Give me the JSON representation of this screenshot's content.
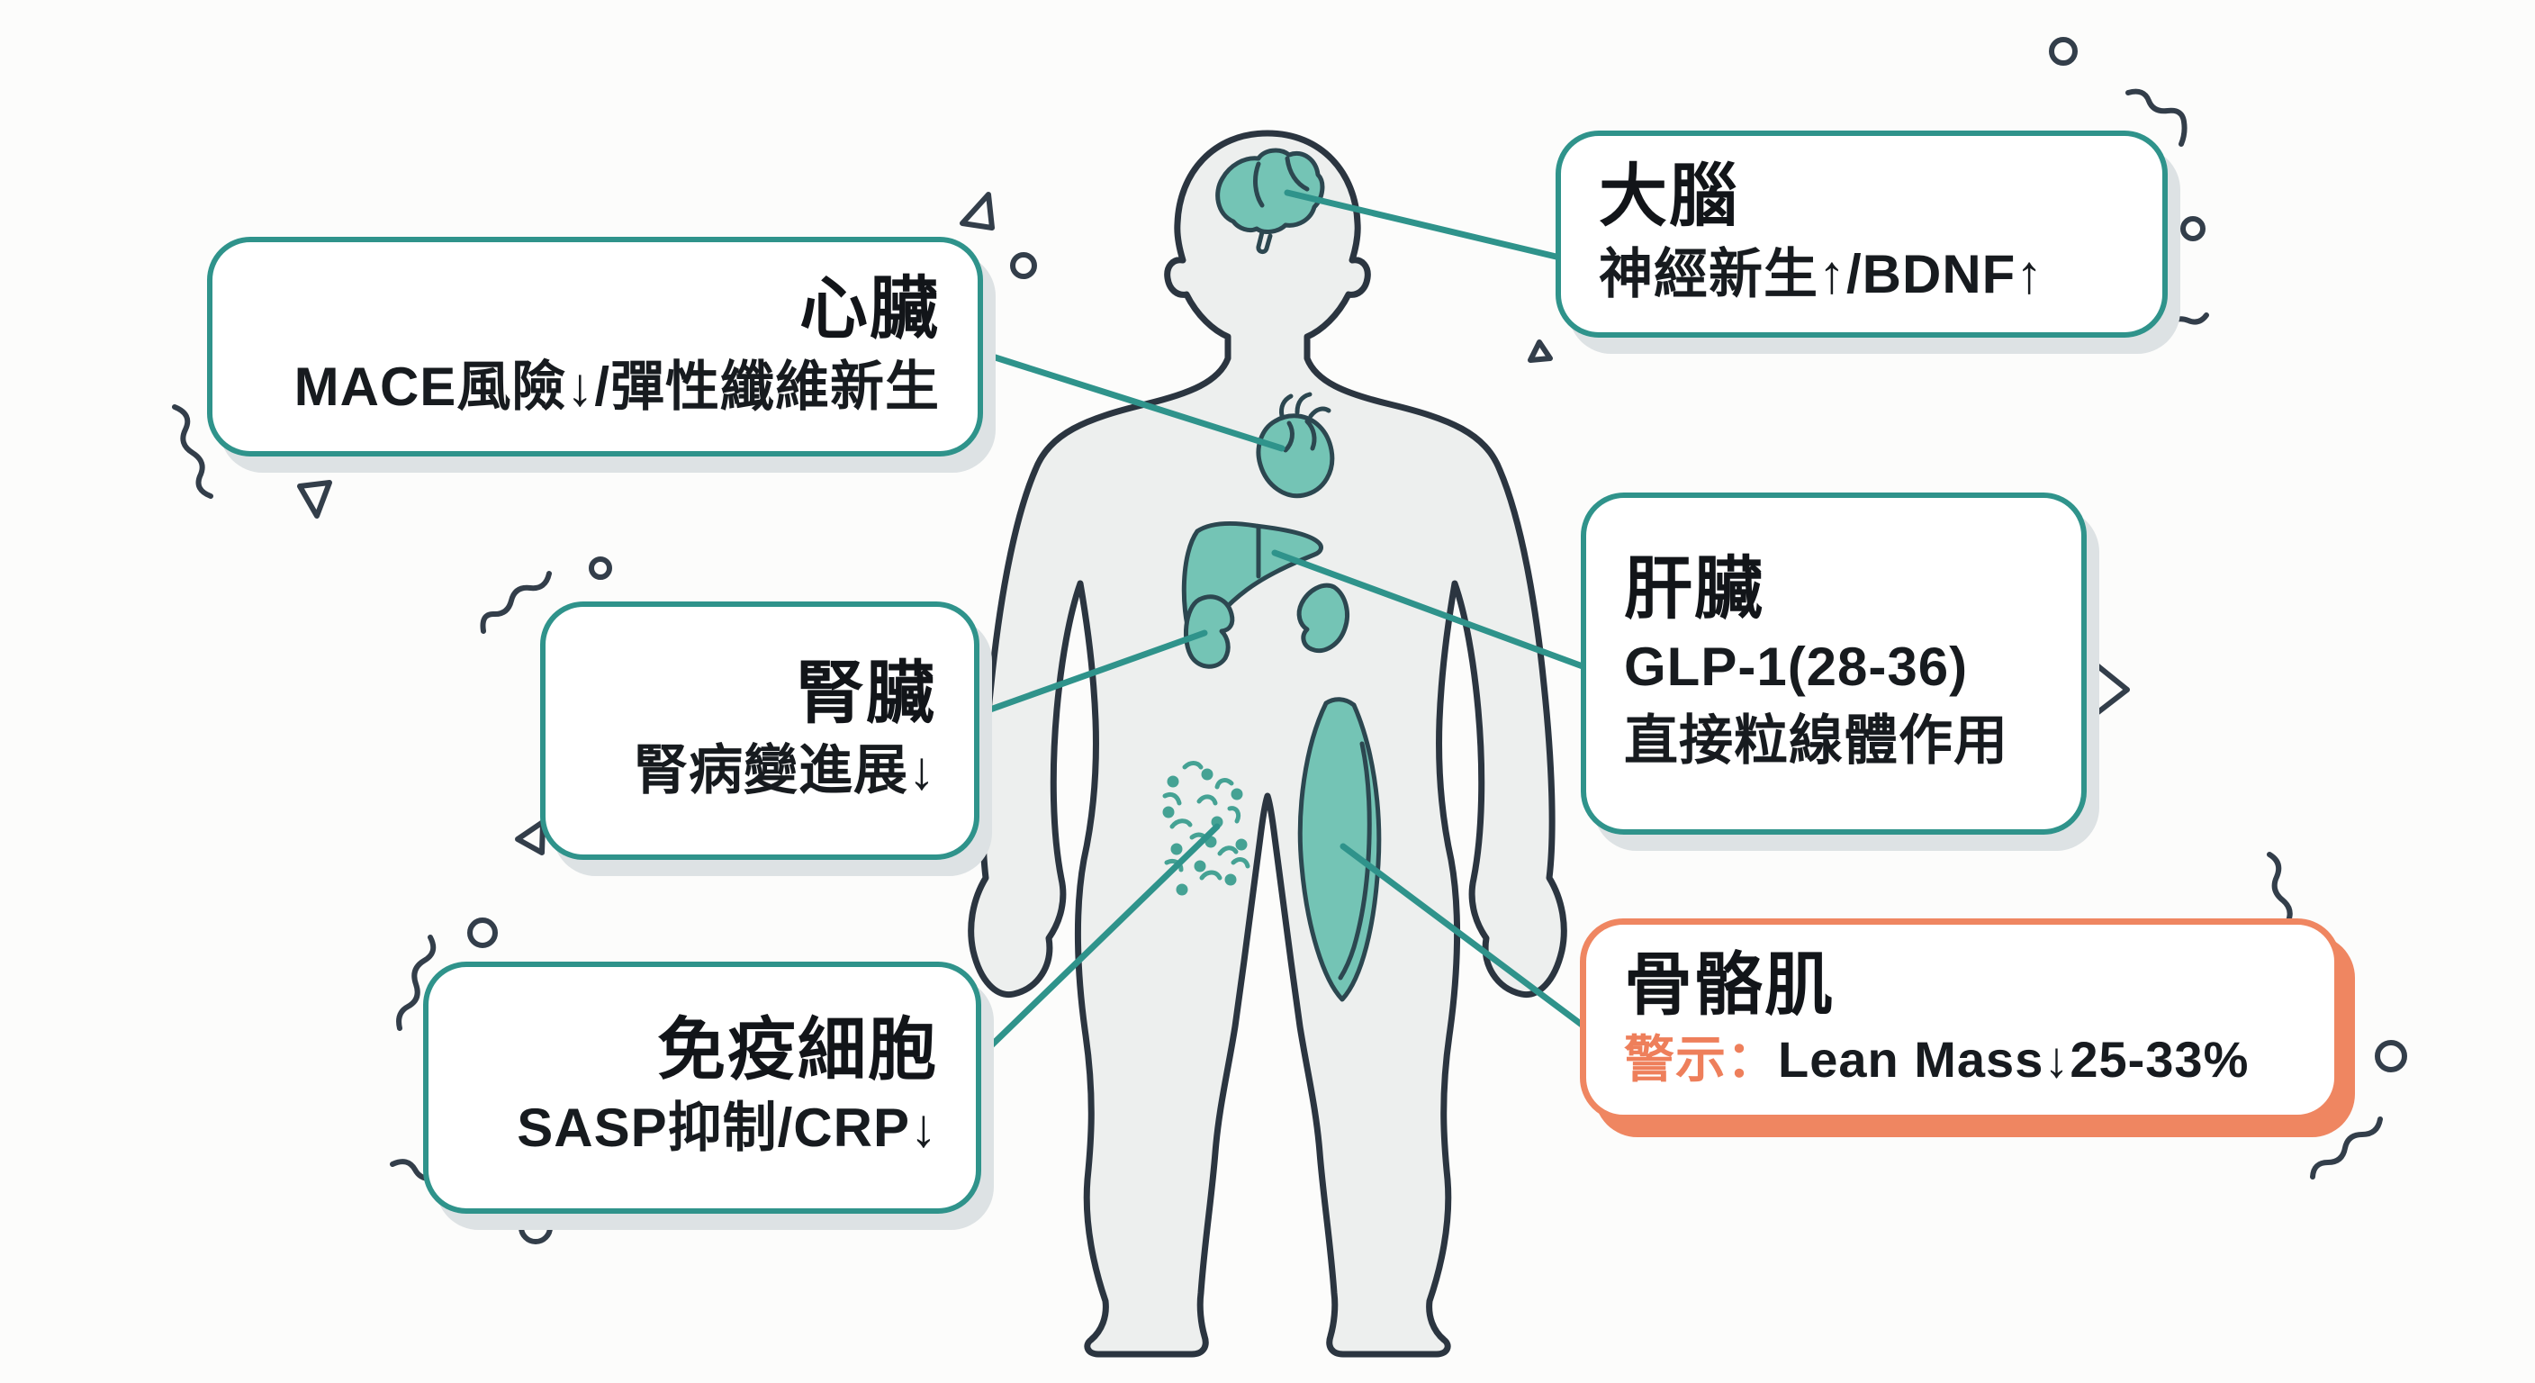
{
  "meta": {
    "type": "medical-infographic",
    "language": "zh-TW",
    "subject": "organ-effects-diagram"
  },
  "colors": {
    "accent_teal": "#2F938B",
    "organ_fill": "#74C4B5",
    "immune_cell_teal": "#45A294",
    "outline_dark": "#333E4A",
    "body_fill": "#EDEFEE",
    "warning_orange": "#EF8661",
    "warning_text": "#EE7F5B",
    "box_shadow_gray": "#DDE2E4",
    "background": "#FCFCFB",
    "text": "#15191D"
  },
  "figure": {
    "name": "human-body",
    "organs": [
      "brain",
      "heart",
      "liver",
      "kidney-left",
      "kidney-right",
      "immune-cells",
      "thigh-muscle"
    ]
  },
  "callouts": {
    "brain": {
      "title": "大腦",
      "lines": [
        "神經新生↑/BDNF↑"
      ]
    },
    "heart": {
      "title": "心臟",
      "lines": [
        "MACE風險↓/彈性纖維新生"
      ]
    },
    "liver": {
      "title": "肝臟",
      "lines": [
        "GLP-1(28-36)",
        "直接粒線體作用"
      ]
    },
    "kidney": {
      "title": "腎臟",
      "lines": [
        "腎病變進展↓"
      ]
    },
    "immune": {
      "title": "免疫細胞",
      "lines": [
        "SASP抑制/CRP↓"
      ]
    },
    "muscle": {
      "title": "骨骼肌",
      "warn_label": "警示：",
      "lines": [
        "Lean Mass↓25-33%"
      ]
    }
  }
}
